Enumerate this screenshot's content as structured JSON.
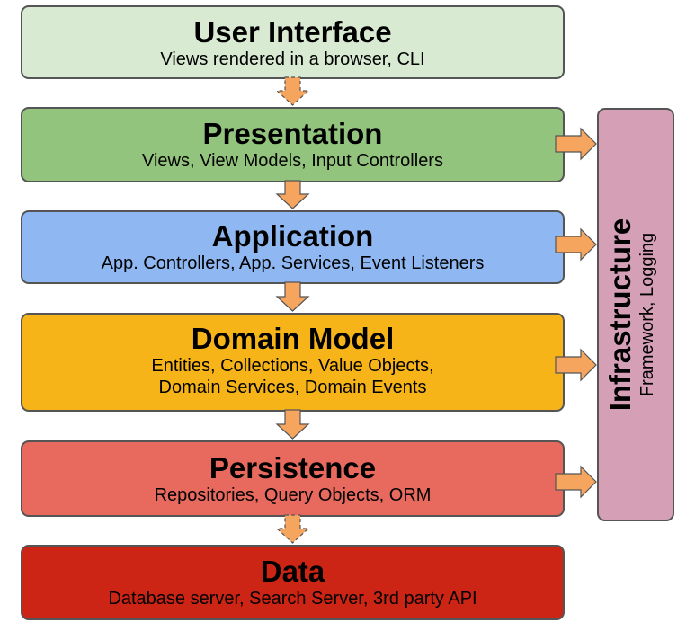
{
  "layers": [
    {
      "title": "User Interface",
      "lines": [
        "Views rendered in a browser, CLI"
      ],
      "color": "#d9ead3"
    },
    {
      "title": "Presentation",
      "lines": [
        "Views, View Models, Input Controllers"
      ],
      "color": "#93c47d"
    },
    {
      "title": "Application",
      "lines": [
        "App. Controllers, App. Services, Event Listeners"
      ],
      "color": "#8fb8f2"
    },
    {
      "title": "Domain Model",
      "lines": [
        "Entities, Collections, Value Objects,",
        "Domain Services, Domain Events"
      ],
      "color": "#f6b418"
    },
    {
      "title": "Persistence",
      "lines": [
        "Repositories, Query Objects, ORM"
      ],
      "color": "#e8695e"
    },
    {
      "title": "Data",
      "lines": [
        "Database server, Search Server, 3rd party API"
      ],
      "color": "#cc2515"
    }
  ],
  "infrastructure": {
    "title": "Infrastructure",
    "subtitle": "Framework, Logging",
    "color": "#d5a0b5"
  },
  "arrow_color": "#f6a55e"
}
